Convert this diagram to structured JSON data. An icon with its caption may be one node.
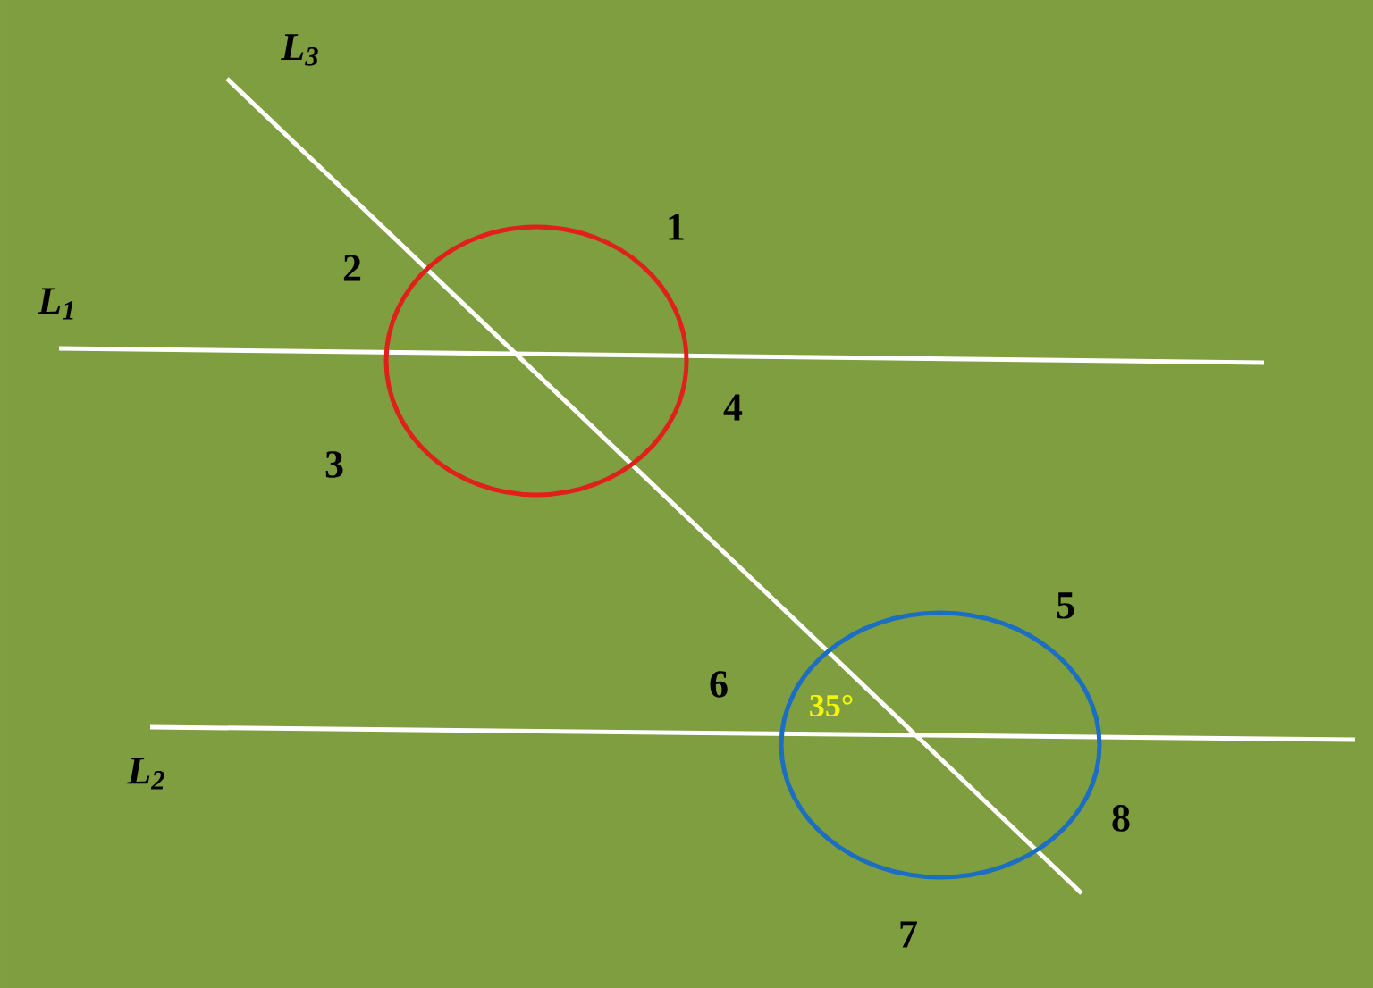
{
  "diagram": {
    "labels": [
      "L$_{3}$",
      "1",
      "2",
      "L$_{1}$",
      "4",
      "3",
      "5",
      "6",
      "35°",
      "L$_{2}$",
      "8",
      "7"
    ]
  }
}
